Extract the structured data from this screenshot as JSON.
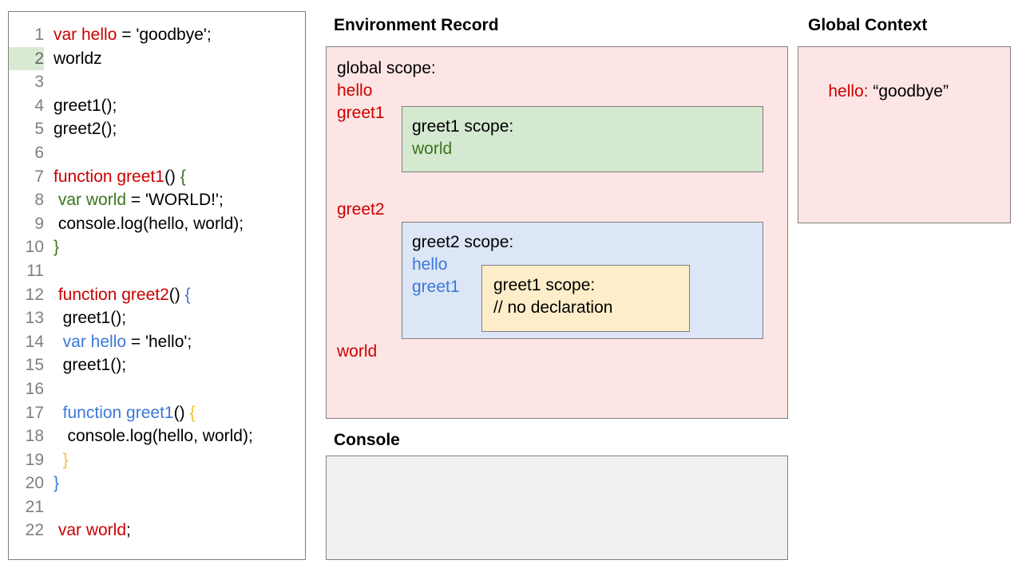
{
  "code_panel": {
    "lines": [
      {
        "n": "1",
        "highlight": false,
        "tokens": [
          {
            "t": "var hello",
            "c": "red"
          },
          {
            "t": " = 'goodbye';",
            "c": "black"
          }
        ]
      },
      {
        "n": "2",
        "highlight": true,
        "tokens": [
          {
            "t": "worldz",
            "c": "black"
          }
        ]
      },
      {
        "n": "3",
        "highlight": false,
        "tokens": [
          {
            "t": "",
            "c": "black"
          }
        ]
      },
      {
        "n": "4",
        "highlight": false,
        "tokens": [
          {
            "t": "greet1();",
            "c": "black"
          }
        ]
      },
      {
        "n": "5",
        "highlight": false,
        "tokens": [
          {
            "t": "greet2();",
            "c": "black"
          }
        ]
      },
      {
        "n": "6",
        "highlight": false,
        "tokens": [
          {
            "t": "",
            "c": "black"
          }
        ]
      },
      {
        "n": "7",
        "highlight": false,
        "tokens": [
          {
            "t": "function greet1",
            "c": "red"
          },
          {
            "t": "() ",
            "c": "black"
          },
          {
            "t": "{",
            "c": "green"
          }
        ]
      },
      {
        "n": "8",
        "highlight": false,
        "tokens": [
          {
            "t": " ",
            "c": "black"
          },
          {
            "t": "var world",
            "c": "green"
          },
          {
            "t": " = 'WORLD!';",
            "c": "black"
          }
        ]
      },
      {
        "n": "9",
        "highlight": false,
        "tokens": [
          {
            "t": " console.log(hello, world);",
            "c": "black"
          }
        ]
      },
      {
        "n": "10",
        "highlight": false,
        "tokens": [
          {
            "t": "}",
            "c": "green"
          }
        ]
      },
      {
        "n": "11",
        "highlight": false,
        "tokens": [
          {
            "t": "",
            "c": "black"
          }
        ]
      },
      {
        "n": "12",
        "highlight": false,
        "tokens": [
          {
            "t": " function greet2",
            "c": "red"
          },
          {
            "t": "() ",
            "c": "black"
          },
          {
            "t": "{",
            "c": "blue"
          }
        ]
      },
      {
        "n": "13",
        "highlight": false,
        "tokens": [
          {
            "t": "  greet1();",
            "c": "black"
          }
        ]
      },
      {
        "n": "14",
        "highlight": false,
        "tokens": [
          {
            "t": "  ",
            "c": "black"
          },
          {
            "t": "var hello",
            "c": "blue"
          },
          {
            "t": " = 'hello';",
            "c": "black"
          }
        ]
      },
      {
        "n": "15",
        "highlight": false,
        "tokens": [
          {
            "t": "  greet1();",
            "c": "black"
          }
        ]
      },
      {
        "n": "16",
        "highlight": false,
        "tokens": [
          {
            "t": "",
            "c": "black"
          }
        ]
      },
      {
        "n": "17",
        "highlight": false,
        "tokens": [
          {
            "t": "  ",
            "c": "black"
          },
          {
            "t": "function greet1",
            "c": "blue"
          },
          {
            "t": "() ",
            "c": "black"
          },
          {
            "t": "{",
            "c": "yellow"
          }
        ]
      },
      {
        "n": "18",
        "highlight": false,
        "tokens": [
          {
            "t": "   console.log(hello, world);",
            "c": "black"
          }
        ]
      },
      {
        "n": "19",
        "highlight": false,
        "tokens": [
          {
            "t": "  ",
            "c": "black"
          },
          {
            "t": "}",
            "c": "yellow"
          }
        ]
      },
      {
        "n": "20",
        "highlight": false,
        "tokens": [
          {
            "t": "}",
            "c": "blue"
          }
        ]
      },
      {
        "n": "21",
        "highlight": false,
        "tokens": [
          {
            "t": "",
            "c": "black"
          }
        ]
      },
      {
        "n": "22",
        "highlight": false,
        "tokens": [
          {
            "t": " var world",
            "c": "red"
          },
          {
            "t": ";",
            "c": "black"
          }
        ]
      }
    ]
  },
  "environment_record": {
    "title": "Environment Record",
    "global_scope": {
      "header": "global scope:",
      "vars": [
        "hello",
        "greet1",
        "greet2",
        "world"
      ]
    },
    "greet1_scope": {
      "header": "greet1 scope:",
      "vars": [
        "world"
      ]
    },
    "greet2_scope": {
      "header": "greet2 scope:",
      "vars": [
        "hello",
        "greet1"
      ]
    },
    "greet1_inner_scope": {
      "header": "greet1 scope:",
      "comment": "// no declaration"
    }
  },
  "global_context": {
    "title": "Global Context",
    "entries": [
      {
        "key": "hello:",
        "value": " “goodbye”"
      }
    ]
  },
  "console": {
    "title": "Console",
    "output": ""
  },
  "colors": {
    "red": "#cc0000",
    "green": "#38761d",
    "blue": "#3c78d8",
    "yellow": "#f1c232",
    "pink_bg": "#fce5e4",
    "green_bg": "#d5e8d0",
    "blue_bg": "#dce6f7",
    "yellow_bg": "#fdeec9",
    "console_bg": "#f1f1f1",
    "border": "#7f7f7f",
    "line_number": "#7f7f7f",
    "line_highlight": "#d9ead3"
  }
}
